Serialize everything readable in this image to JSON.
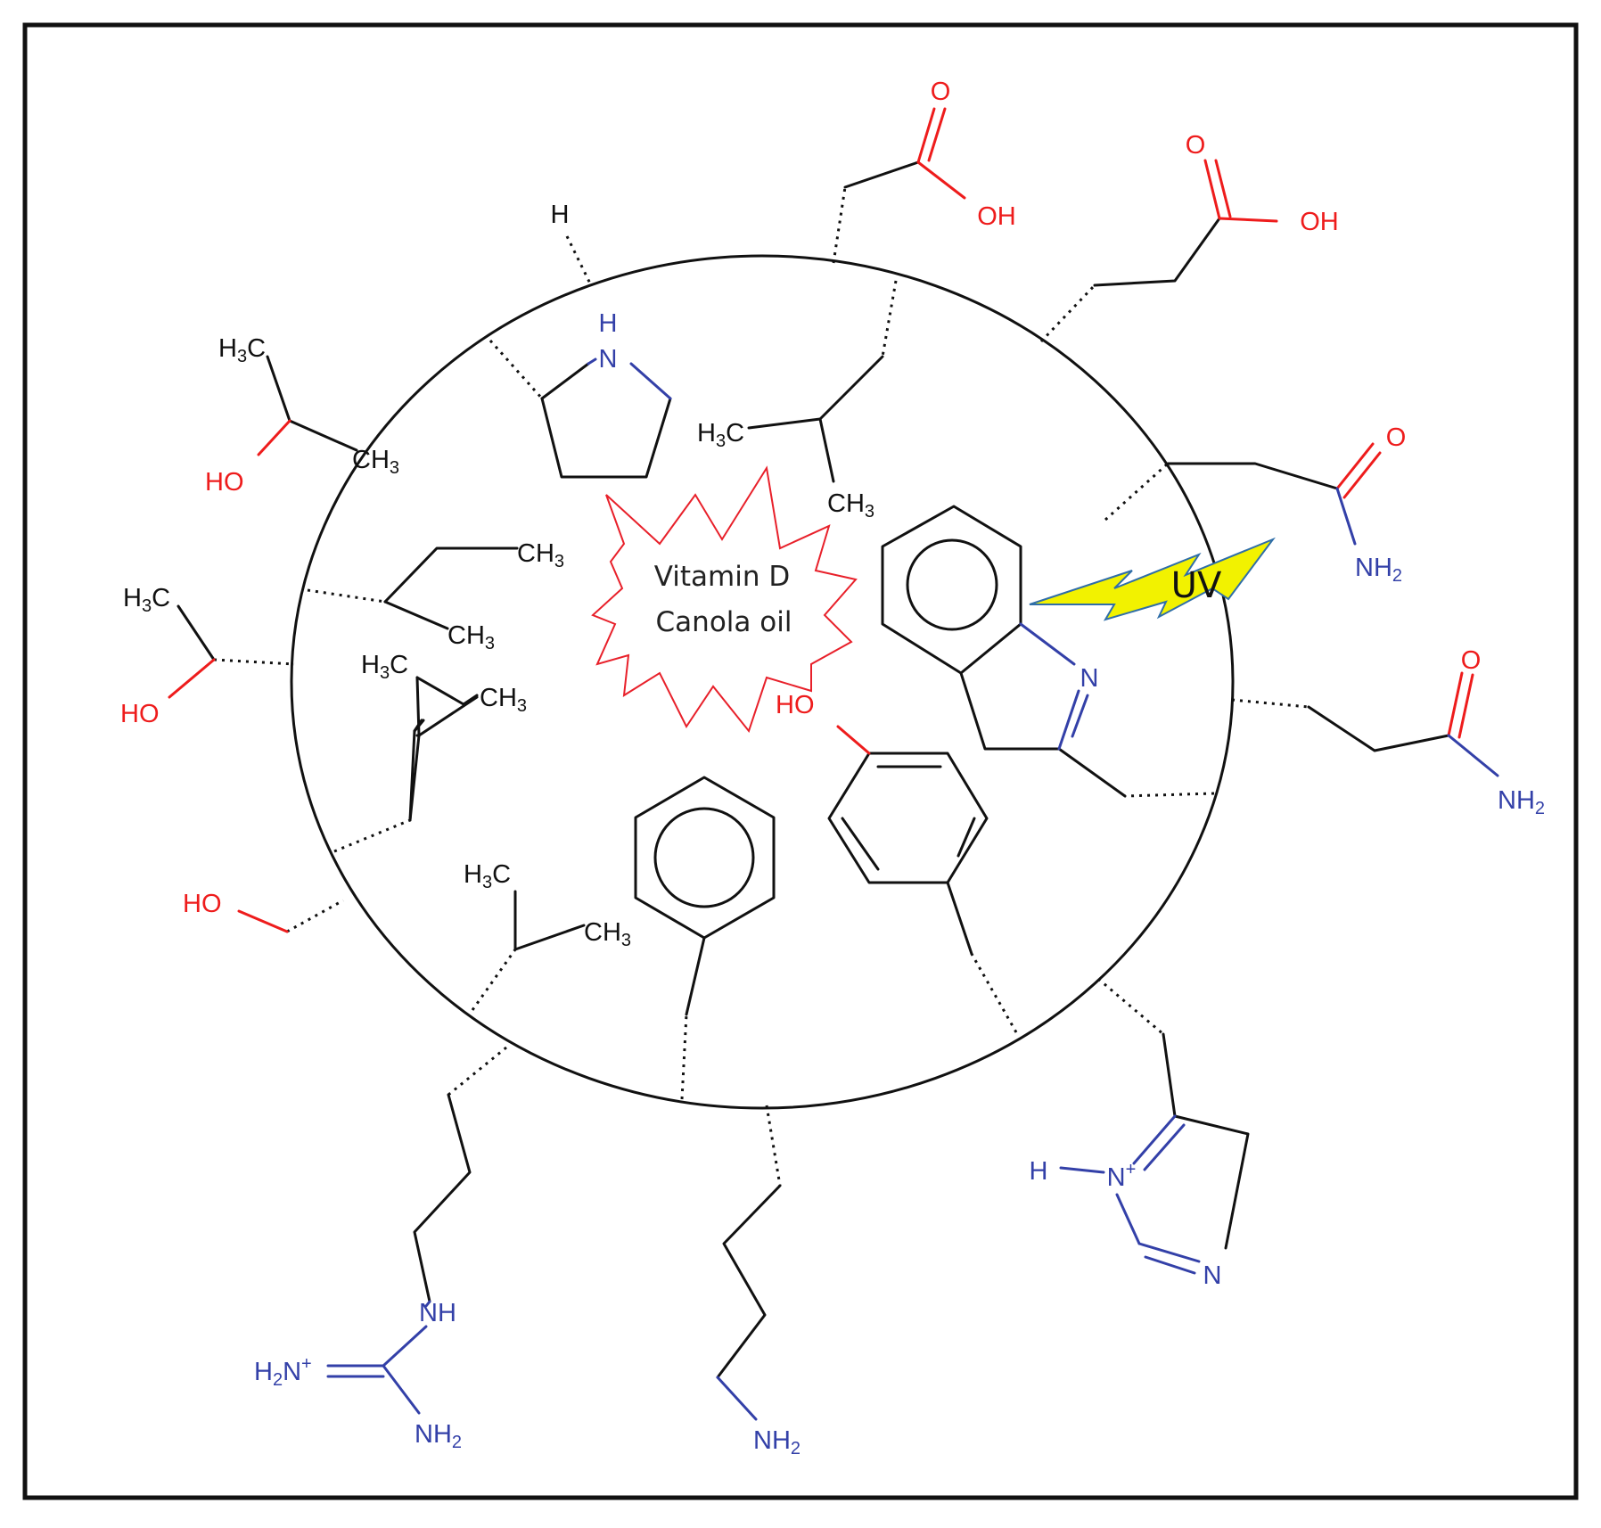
{
  "center": {
    "line1": "Vitamin D",
    "line2": "Canola oil",
    "burst_color": "#e8202a"
  },
  "uv": {
    "label": "UV",
    "fill_color": "#f2f200",
    "edge_color": "#2f6ea8"
  },
  "atoms": {
    "H": "H",
    "HN": "H",
    "N": "N",
    "H3C": "H",
    "CH3": "CH",
    "sub3": "3",
    "O": "O",
    "OH": "OH",
    "HO": "HO",
    "NH": "NH",
    "NH2": "NH",
    "sub2": "2",
    "H2N": "H",
    "plus": "+",
    "Nplus": "N"
  },
  "colors": {
    "carbon": "#111111",
    "oxygen": "#ee1c1c",
    "nitrogen": "#3340a8",
    "frame": "#111111"
  }
}
